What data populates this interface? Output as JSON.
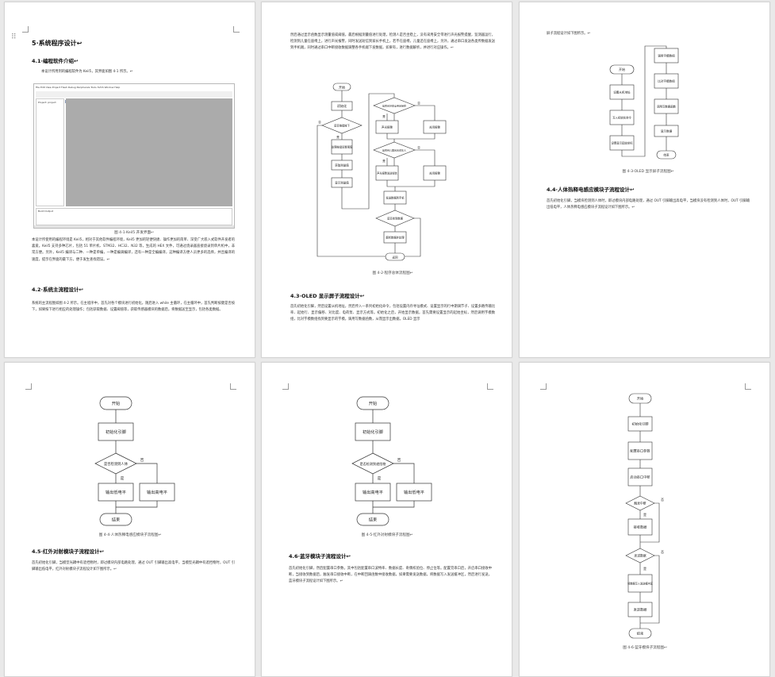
{
  "pages": {
    "p1": {
      "h1": "5·系统程序设计↩",
      "s41": "4.1·编程软件介绍↩",
      "s41_intro": "本设计所用到的编程软件为 Keil5，其界面如图 4-1 所示。↩",
      "fig41_caption": "图 4-1·Keil5 开发界面↩",
      "s41_body": "本设计所使用的编程环境是 Keil5，相对于其他软件编程环境，Keil5 更加的轻便快捷、操作更加的简单、深受广大嵌入式软件开发者的喜爱。Keil5 支持多种芯片，包括 51 单片机、STM32、HC32、N32 等，生成的 HEX 文件，可通过烧录器直接烧录到单片机中，非常方便。另外，Keil5 编译与二种、一种是单编，一种是编调编译，还有一种是全编编译，这种编译方便人员更多的选择，并且编译的速度，提示在界面的最下方，便于发生查找错误。↩",
      "s42": "4.2·系统主流程设计↩",
      "s42_body": "系统的主流程图如图 4-2 所示。在主程序中，首先对各个模块进行初始化，随后进入 while 主循环，在主循环中，首先判断按键是否按下，如果按下进行相应的处理操作；包括获取数据、设置阈值等，获取传感器模块的数据后，将数据送至显示，包括各类数据。",
      "keil": {
        "menu": "File  Edit  View  Project  Flash  Debug  Peripherals  Tools  SVCS  Window  Help",
        "project_label": "Project: project",
        "build_output_label": "Build Output"
      }
    },
    "p2": {
      "top_body": "然后通过显示函数显示测量值或阈值，最后根据测量值进行处理，检测人是否坐稳上，没有采用安全带进行声光报警提醒，监测器运行，检测到儿童在座椅上，进行声光报警，同时发送短信到家长手机上，若不在座椅，儿童还在座椅上，另外，通过串口发送各类传数据发送到手机端，同时通过串口中断接收数据调整各手机端下发数据，如果有，进行数据解析，并进行对应操作。↩",
      "fig42_caption": "图 4-2·程序总体流程图↩",
      "s43": "4.3·OLED 显示屏子流程设计↩",
      "s43_body": "首先初始化引脚，然后设置从机地址，然后传入一系列初始化命令，包括设置内存寻址模式、设置显示的行中期调节子、设置多路传输比率、起始行、显示偏移、对比度、电荷泵、显示方式等。初始化之后，开始显示数据，首先需要设置显示的起始坐标，然后调用字模数组，比对字模数组找到要显示的字模，调用写数据函数，从而显示出数据，OLED 显示",
      "flow": {
        "start": "开始",
        "init": "初始化",
        "key_q": "是否按键按下",
        "handle_key": "处理按键设置阈值",
        "read_data": "获取测量值",
        "show": "显示测量值",
        "belt_q": "是否系好安全带且坐稳",
        "sound_light": "声光报警",
        "close_alarm": "关闭报警",
        "child_q": "是否有儿童且无成年人",
        "child_alarm": "声光报警发送短信",
        "close_alarm2": "关闭报警",
        "send": "发送数据到手机",
        "recv_q": "是否收到数据",
        "parse": "解析数据并处理",
        "loop": "返回",
        "yes": "是",
        "no": "否"
      }
    },
    "p3": {
      "top_body": "屏子流程设计如下图所示。↩",
      "fig43_caption": "图 4-3·OLED 显示屏子流程图↩",
      "s44": "4.4·人体热释电感应模块子流程设计↩",
      "s44_body": "首先初始化引脚，当模块检测到人体时，即过模块内部电路处理，通过 OUT 引脚输出高电平，当模块没有检测到人体时，OUT 引脚输出低电平，人体热释电感应模块子流程设计如下图所示。↩",
      "flow": {
        "start": "开始",
        "slave": "设置从机地址",
        "init_cmd": "写入初始化命令",
        "coord": "设置显示起始坐标",
        "call": "调用字模数组",
        "compare": "比对字模数组",
        "write": "调用写数据函数",
        "display": "显示数据",
        "end": "结束"
      }
    },
    "p4": {
      "fig44_caption": "图 4-4·人体热释电感应模块子流程图↩",
      "s45": "4.5·红外对射模块子流程设计↩",
      "s45_body": "首先初始化引脚，当模型光耦中有遮挡物时，即过模块内部电路处理，通过 OUT 引脚输出高电平，当模型光耦中有遮挡物时，OUT 引脚输出低电平，红外对射模块子流程设计如下图所示。↩",
      "flow": {
        "start": "开始",
        "init": "初始化引脚",
        "q": "是否检测到人体",
        "yes": "是",
        "no": "否",
        "low": "输出低电平",
        "high": "输出高电平",
        "end": "结束"
      }
    },
    "p5": {
      "fig45_caption": "图 4-5·红外对射模块子流程图↩",
      "s46": "4.6·蓝牙模块子流程设计↩",
      "s46_body": "首先初始化引脚，然后配置串口参数，其中包括配置串口波特率、数据长度、奇偶校验位、停止位等。配置完串口后，开启串口接收中断，当接收到数据后，触发串口接收中断，在中断回调函数中接收数据，如果需要发送数据，将数据写入发送缓冲区，然后进行发送，蓝牙模块子流程设计如下图所示。↩",
      "flow": {
        "start": "开始",
        "init": "初始化引脚",
        "q": "是否检测到遮挡物",
        "yes": "是",
        "no": "否",
        "high": "输出高电平",
        "low": "输出低电平",
        "end": "结束"
      }
    },
    "p6": {
      "fig46_caption": "图 4-6·蓝牙模块子流程图↩",
      "flow": {
        "start": "开始",
        "init": "初始化引脚",
        "cfg": "配置串口参数",
        "irq": "启动串口中断",
        "recv_q": "触发中断",
        "recv": "接收数据",
        "send_q": "发送数据",
        "write": "将数据写入发送缓冲区",
        "send": "发送数据",
        "end": "结束",
        "yes": "是",
        "no": "否"
      }
    }
  }
}
